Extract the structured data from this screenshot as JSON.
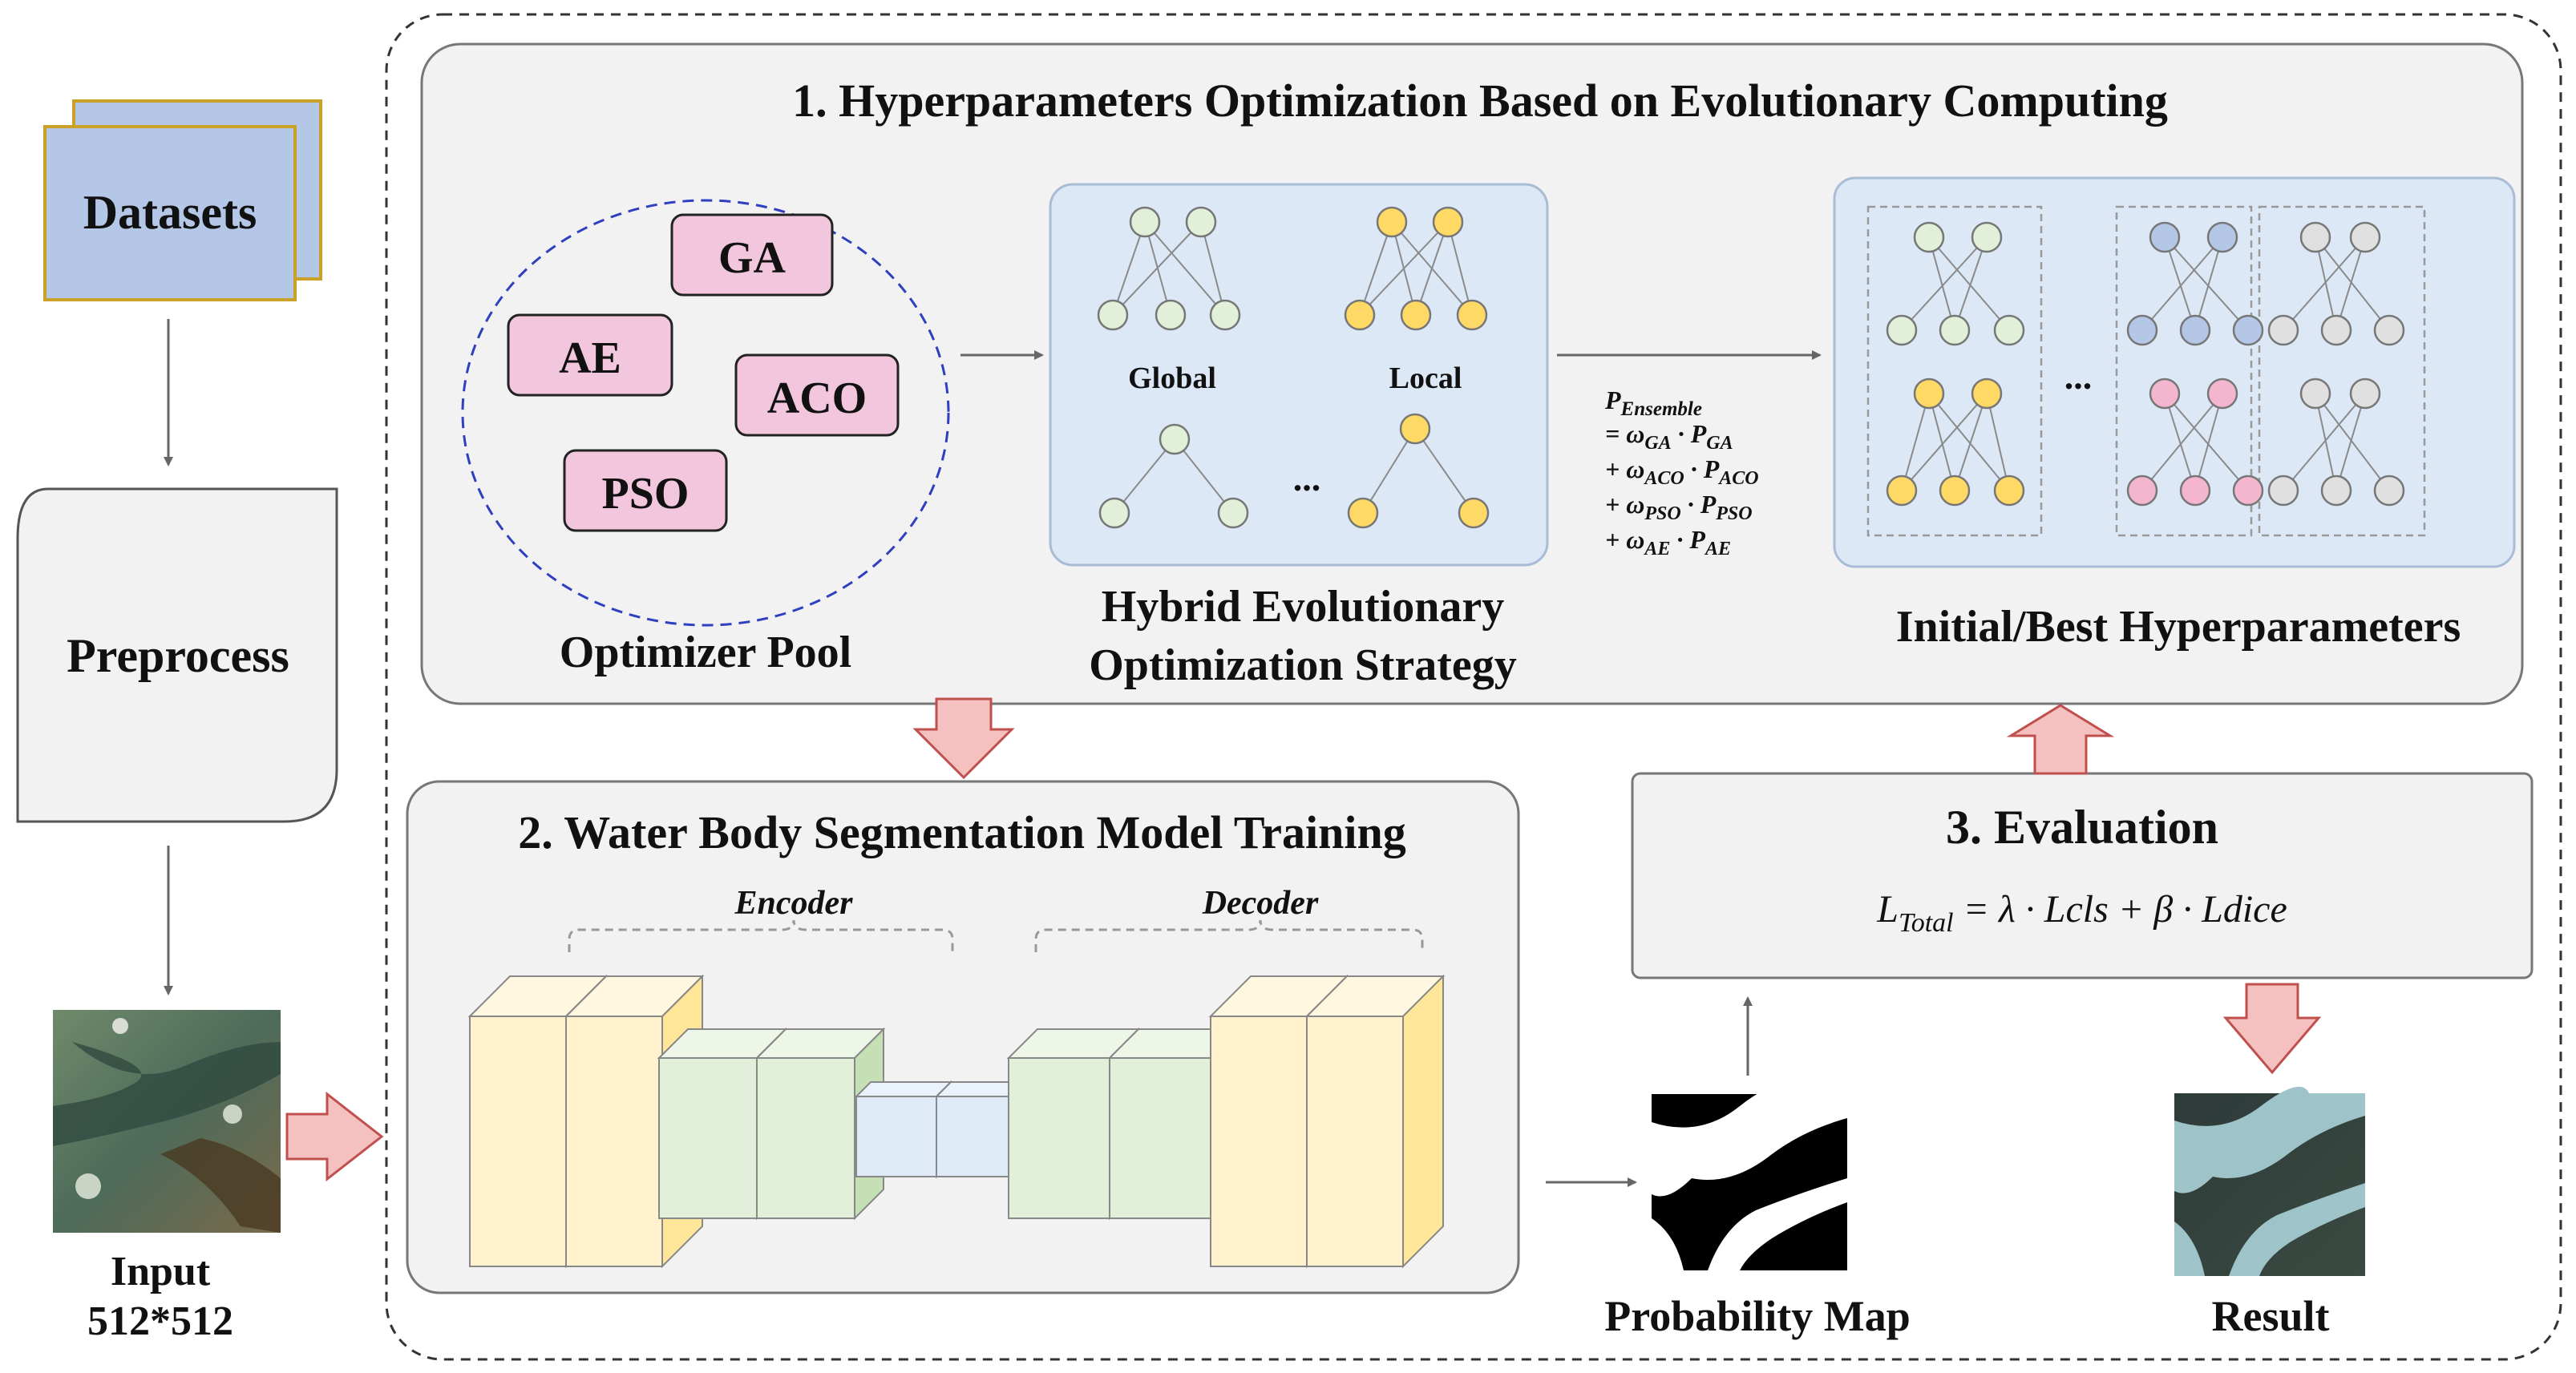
{
  "left_column": {
    "datasets_label": "Datasets",
    "preprocess_label": "Preprocess",
    "input_label_line1": "Input",
    "input_label_line2": "512*512"
  },
  "section1": {
    "title": "1. Hyperparameters Optimization Based on Evolutionary Computing",
    "optimizer_pool": {
      "label": "Optimizer Pool",
      "optimizers": [
        "GA",
        "AE",
        "ACO",
        "PSO"
      ]
    },
    "hybrid": {
      "label_line1": "Hybrid Evolutionary",
      "label_line2": "Optimization Strategy",
      "global_label": "Global",
      "local_label": "Local",
      "ellipsis": "..."
    },
    "ensemble_formula": {
      "line1": "P",
      "line1_sub": "Ensemble",
      "terms": [
        {
          "prefix": "= ω",
          "w_sub": "GA",
          "p": " · P",
          "p_sub": "GA"
        },
        {
          "prefix": "+ ω",
          "w_sub": "ACO",
          "p": " · P",
          "p_sub": "ACO"
        },
        {
          "prefix": "+ ω",
          "w_sub": "PSO",
          "p": " · P",
          "p_sub": "PSO"
        },
        {
          "prefix": "+ ω",
          "w_sub": "AE",
          "p": " · P",
          "p_sub": "AE"
        }
      ]
    },
    "hyperparams": {
      "label": "Initial/Best Hyperparameters",
      "ellipsis": "..."
    }
  },
  "section2": {
    "title": "2. Water Body Segmentation Model Training",
    "encoder_label": "Encoder",
    "decoder_label": "Decoder"
  },
  "section3": {
    "title": "3. Evaluation",
    "loss_L": "L",
    "loss_sub": "Total",
    "loss_rest": " = λ · Lcls  + β · Ldice"
  },
  "outputs": {
    "probability_map_label": "Probability Map",
    "result_label": "Result"
  },
  "colors": {
    "dataset_fill": "#b4c7e7",
    "dataset_border": "#c9a227",
    "optimizer_fill": "#f2c6dc",
    "panel_fill": "#f2f2f2",
    "blue_panel": "#dce8f6",
    "node_green": "#e2efd9",
    "node_yellow": "#ffd966",
    "node_blue": "#b4c7e7",
    "node_pink": "#f4b6cf",
    "node_gray": "#e0e0e0",
    "arrow_red": "#f4c0c0",
    "arrow_red_stroke": "#c0504d"
  }
}
